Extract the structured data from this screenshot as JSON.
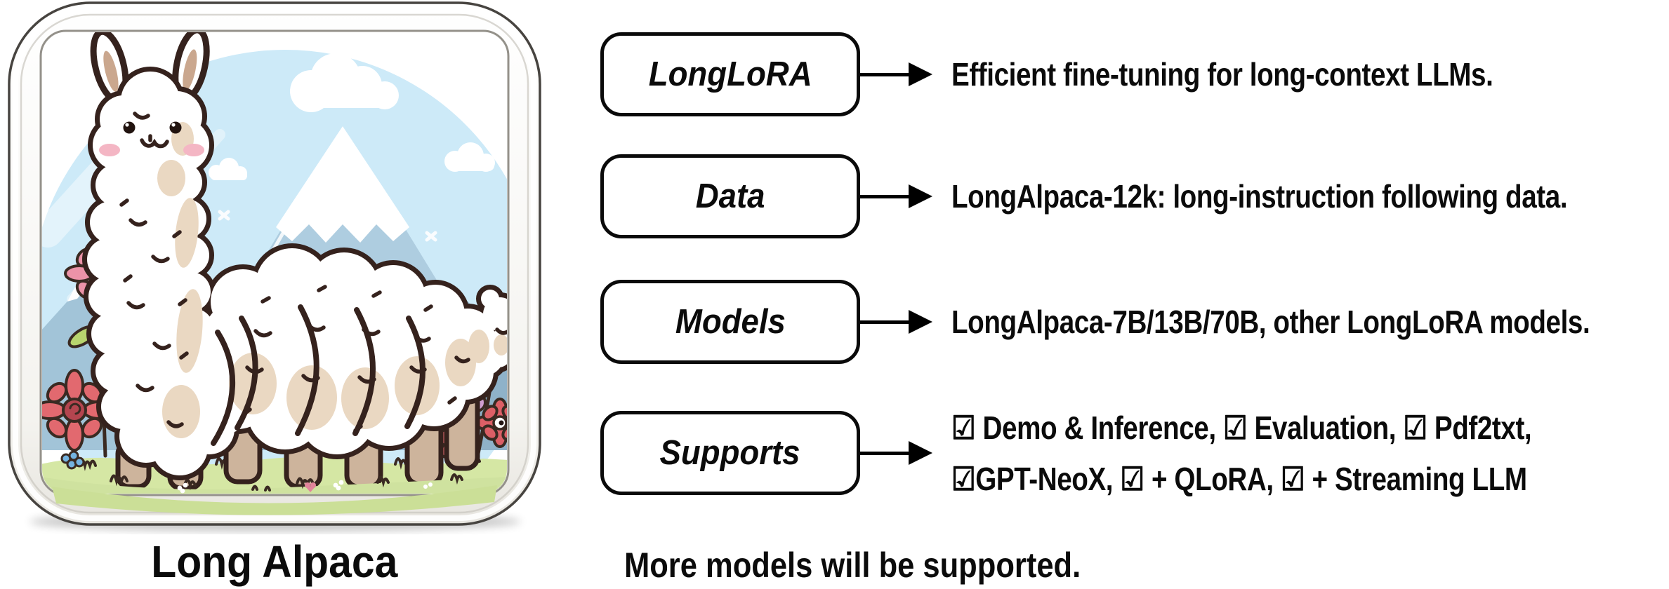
{
  "icon_panel": {
    "caption": "Long Alpaca",
    "icon_alt": "Cartoon long-bodied white alpaca in a flower meadow with snowy mountains inside a rounded app-icon frame"
  },
  "features": [
    {
      "label": "LongLoRA",
      "description": "Efficient fine-tuning for long-context LLMs."
    },
    {
      "label": "Data",
      "description": "LongAlpaca-12k: long-instruction following data."
    },
    {
      "label": "Models",
      "description": "LongAlpaca-7B/13B/70B, other LongLoRA models."
    },
    {
      "label": "Supports",
      "description_line1": "☑ Demo & Inference, ☑ Evaluation, ☑ Pdf2txt,",
      "description_line2": "☑GPT-NeoX, ☑ + QLoRA, ☑ + Streaming LLM"
    }
  ],
  "footer": {
    "note": "More models will be supported."
  },
  "palette": {
    "text": "#0b0b0b",
    "box_border": "#0a0a0a",
    "arrow": "#000000",
    "sky_blue": "#cdeaf8",
    "mountain_light": "#aecde0",
    "mountain_mid": "#a2c4d8",
    "mountain_dark": "#8fb2c9",
    "pine": "#7c9bb3",
    "grass_green": "#d5e7a4",
    "grass_spill": "#cbdf97",
    "wool_white": "#ffffff",
    "wool_cream": "#ead8c2",
    "outline_brown": "#35221d",
    "leg_tan": "#cdb49c",
    "blush_pink": "#f4b6c4",
    "flower_pink": "#ec93a8",
    "flower_coral": "#e2696f",
    "flower_blue": "#74b3e0",
    "flower_yellow": "#f2dd92",
    "flower_purple": "#cf9ed0",
    "frame_edge": "#474440"
  }
}
